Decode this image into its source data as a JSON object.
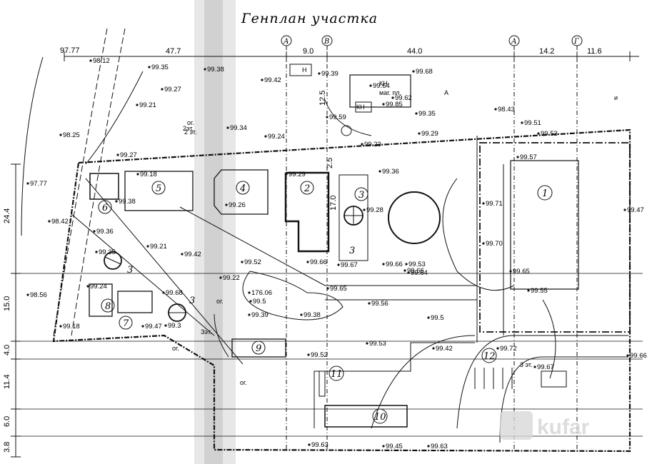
{
  "title": "Генплан участка",
  "axes": [
    "А",
    "В",
    "А",
    "Г"
  ],
  "dims_top": [
    "97.77",
    "47.7",
    "9.0",
    "44.0",
    "14.2",
    "11.6"
  ],
  "dims_left": [
    "24.4",
    "15.0",
    "4.0",
    "11.4",
    "6.0",
    "3.8"
  ],
  "small_dims": [
    "2.5",
    "17.0",
    "12.5"
  ],
  "building_numbers": [
    "1",
    "2",
    "3",
    "3",
    "3",
    "3",
    "4",
    "5",
    "6",
    "7",
    "8",
    "9",
    "10",
    "11",
    "12"
  ],
  "map_labels": [
    "КН",
    "маг. пл.",
    "КН",
    "Н",
    "А",
    "2эт.",
    "Зэт.",
    "3 эт.",
    "ог.",
    "ог.",
    "ог.",
    "ог.",
    "и",
    "2 эт."
  ],
  "elevations": [
    "98.12",
    "99.35",
    "99.38",
    "99.27",
    "99.42",
    "99.39",
    "99.64",
    "99.68",
    "99.62",
    "99.85",
    "99.59",
    "99.35",
    "99.21",
    "99.34",
    "99.24",
    "98.43",
    "99.51",
    "99.53",
    "99.29",
    "99.23",
    "98.25",
    "97.77",
    "99.27",
    "99.18",
    "99.38",
    "99.26",
    "99.29",
    "99.36",
    "99.28",
    "99.57",
    "99.71",
    "99.70",
    "99.65",
    "99.55",
    "99.47",
    "98.42",
    "99.36",
    "99.21",
    "99.42",
    "99.52",
    "99.22",
    "176.06",
    "99.5",
    "99.39",
    "99.38",
    "99.65",
    "99.56",
    "99.53",
    "99.67",
    "99.66",
    "99.35",
    "99.24",
    "99.68",
    "99.47",
    "99.3",
    "98.56",
    "99.18",
    "99.52",
    "99.63",
    "99.42",
    "99.72",
    "99.67",
    "99.66",
    "99.5",
    "99.53",
    "99.45",
    "99.63",
    "99.66",
    "99.66",
    "99.64"
  ],
  "watermark": "kufar"
}
